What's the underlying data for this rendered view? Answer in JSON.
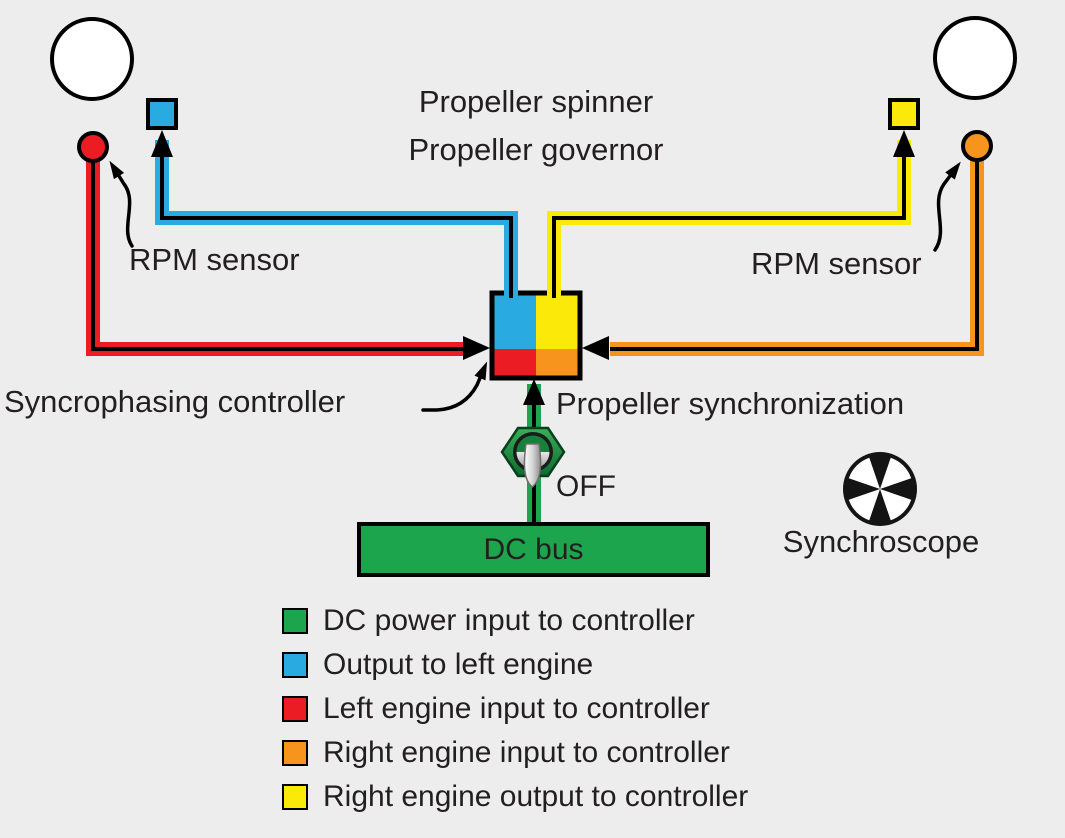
{
  "colors": {
    "background": "#EDEDED",
    "text": "#231F20",
    "blue": "#29ABE2",
    "yellow": "#FBE90A",
    "red": "#EC1C24",
    "orange": "#F7941D",
    "green": "#1CA54D",
    "white": "#FFFFFF",
    "black": "#000000"
  },
  "labels": {
    "propeller_spinner": "Propeller spinner",
    "propeller_governor": "Propeller governor",
    "rpm_sensor_left": "RPM sensor",
    "rpm_sensor_right": "RPM sensor",
    "syncrophasing_controller": "Syncrophasing controller",
    "propeller_synchronization": "Propeller synchronization",
    "switch_state": "OFF",
    "dc_bus": "DC bus",
    "synchroscope": "Synchroscope"
  },
  "icons": {
    "synchroscope": "propeller-x-icon",
    "power_switch": "toggle-switch-off-icon"
  },
  "legend": {
    "items": [
      {
        "color_key": "green",
        "label": "DC power input to controller"
      },
      {
        "color_key": "blue",
        "label": "Output to left engine"
      },
      {
        "color_key": "red",
        "label": "Left engine input to controller"
      },
      {
        "color_key": "orange",
        "label": "Right engine input to controller"
      },
      {
        "color_key": "yellow",
        "label": "Right engine output to controller"
      }
    ]
  }
}
